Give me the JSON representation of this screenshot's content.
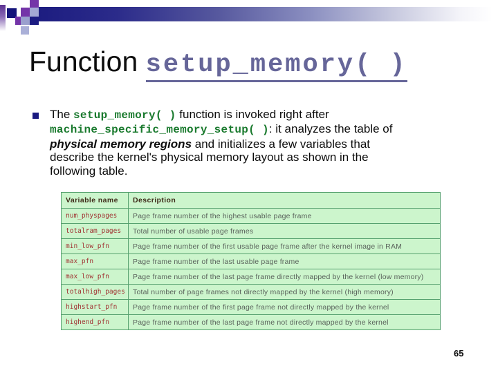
{
  "slide": {
    "title": {
      "prefix": "Function ",
      "code": "setup_memory( )"
    },
    "page_number": "65"
  },
  "bullet": {
    "lines": [
      [
        {
          "t": "The ",
          "s": "plain"
        },
        {
          "t": "setup_memory( )",
          "s": "code"
        },
        {
          "t": " function is invoked right after",
          "s": "plain"
        }
      ],
      [
        {
          "t": "machine_specific_memory_setup( )",
          "s": "code"
        },
        {
          "t": ": it analyzes the table of",
          "s": "plain"
        }
      ],
      [
        {
          "t": "physical memory regions",
          "s": "emph"
        },
        {
          "t": " and initializes a few variables that",
          "s": "plain"
        }
      ],
      [
        {
          "t": "describe the kernel's physical memory layout as shown in the",
          "s": "plain"
        }
      ],
      [
        {
          "t": "following table.",
          "s": "plain"
        }
      ]
    ]
  },
  "table": {
    "headers": [
      "Variable name",
      "Description"
    ],
    "rows": [
      {
        "variable": "num_physpages",
        "description": "Page frame number of the highest usable page frame"
      },
      {
        "variable": "totalram_pages",
        "description": "Total number of usable page frames"
      },
      {
        "variable": "min_low_pfn",
        "description": "Page frame number of the first usable page frame after the kernel image in RAM"
      },
      {
        "variable": "max_pfn",
        "description": "Page frame number of the last usable page frame"
      },
      {
        "variable": "max_low_pfn",
        "description": "Page frame number of the last page frame directly mapped by the kernel (low memory)"
      },
      {
        "variable": "totalhigh_pages",
        "description": "Total number of page frames not directly mapped by the kernel (high memory)"
      },
      {
        "variable": "highstart_pfn",
        "description": "Page frame number of the first page frame not directly mapped by the kernel"
      },
      {
        "variable": "highend_pfn",
        "description": "Page frame number of the last page frame not directly mapped by the kernel"
      }
    ]
  },
  "colors": {
    "bar_navy": "#1c1c80",
    "square_purple": "#7434a8",
    "square_lavender": "#a3a8d4",
    "title_code": "#666699",
    "code_green": "#1a7a2e",
    "bullet_navy": "#1a1a80",
    "table_background": "#ccf5cc",
    "table_border": "#55a06e",
    "table_variable_text": "#a03232",
    "table_header_text": "#3f2c1a"
  }
}
